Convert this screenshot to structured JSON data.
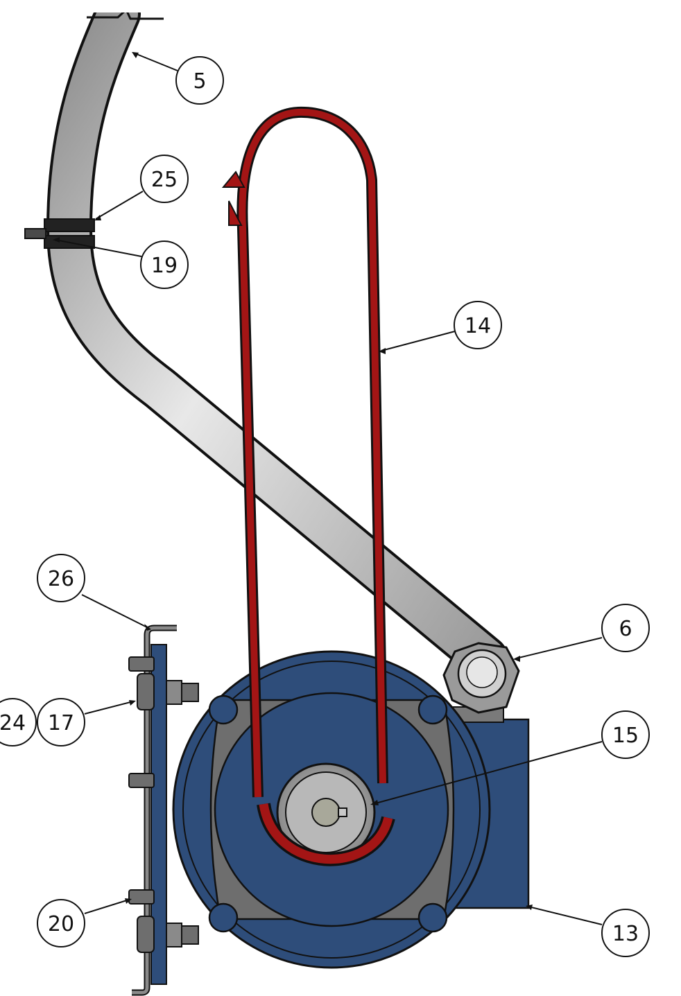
{
  "callouts": [
    {
      "id": "c5",
      "label": "5"
    },
    {
      "id": "c25",
      "label": "25"
    },
    {
      "id": "c19",
      "label": "19"
    },
    {
      "id": "c14",
      "label": "14"
    },
    {
      "id": "c26",
      "label": "26"
    },
    {
      "id": "c6",
      "label": "6"
    },
    {
      "id": "c24",
      "label": "24"
    },
    {
      "id": "c17",
      "label": "17"
    },
    {
      "id": "c15",
      "label": "15"
    },
    {
      "id": "c20",
      "label": "20"
    },
    {
      "id": "c13",
      "label": "13"
    }
  ],
  "colors": {
    "chain": "#a31515",
    "motor_blue": "#2e4d7a",
    "flange_gray": "#6e6e6e",
    "tube_gray": "#c9c9c9",
    "outline": "#111111"
  }
}
